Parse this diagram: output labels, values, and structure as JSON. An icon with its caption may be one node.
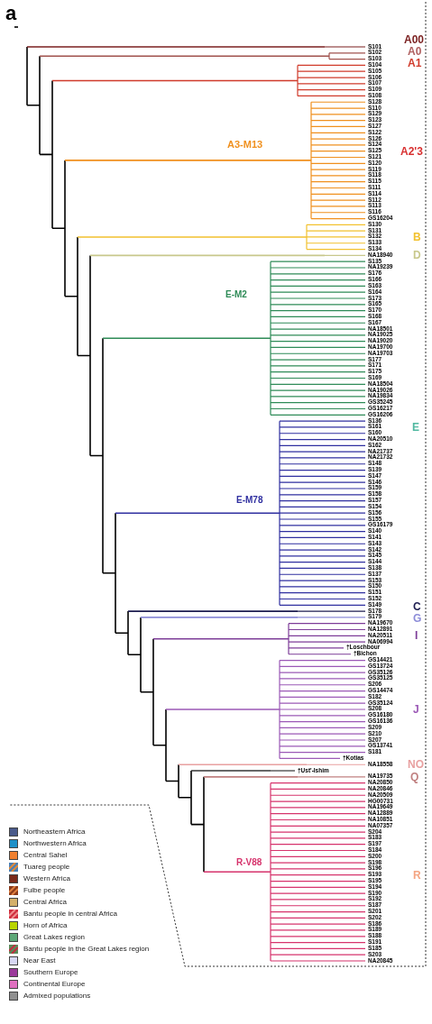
{
  "diagram": {
    "labels": [
      "a",
      "A00",
      "A0",
      "A1",
      "A2'3",
      "A3-M13",
      "B",
      "D",
      "E-M2",
      "E",
      "E-M78",
      "C",
      "G",
      "I",
      "J",
      "NO",
      "Q",
      "R-V88",
      "R",
      "S101",
      "S102",
      "S103",
      "S104",
      "S105",
      "S106",
      "S107",
      "S109",
      "S108",
      "S128",
      "S110",
      "S129",
      "S123",
      "S127",
      "S122",
      "S126",
      "S124",
      "S125",
      "S121",
      "S120",
      "S119",
      "S118",
      "S115",
      "S111",
      "S114",
      "S112",
      "S113",
      "S116",
      "GS16204",
      "S130",
      "S131",
      "S132",
      "S133",
      "S134",
      "NA18940",
      "S135",
      "NA19239",
      "S176",
      "S166",
      "S163",
      "S164",
      "S173",
      "S165",
      "S170",
      "S168",
      "S167",
      "NA18501",
      "NA19025",
      "NA19020",
      "NA19700",
      "NA19703",
      "S177",
      "S171",
      "S175",
      "S169",
      "NA18504",
      "NA19026",
      "NA19834",
      "GS35245",
      "GS16217",
      "GS16206",
      "S136",
      "S161",
      "S160",
      "NA20510",
      "S162",
      "NA21737",
      "NA21732",
      "S148",
      "S139",
      "S147",
      "S146",
      "S159",
      "S158",
      "S157",
      "S154",
      "S156",
      "S155",
      "GS16179",
      "S140",
      "S141",
      "S143",
      "S142",
      "S145",
      "S144",
      "S138",
      "S137",
      "S153",
      "S150",
      "S151",
      "S152",
      "S149",
      "S178",
      "S179",
      "NA19670",
      "NA12891",
      "NA20511",
      "NA06994",
      "†Loschbour",
      "†Bichon",
      "GS14421",
      "GS13724",
      "GS35126",
      "GS35125",
      "S206",
      "GS14474",
      "S182",
      "GS35124",
      "S208",
      "GS16180",
      "GS16136",
      "S209",
      "S210",
      "S207",
      "GS13741",
      "S181",
      "†Kotias",
      "NA18558",
      "†Ust'-Ishim",
      "NA19735",
      "NA20850",
      "NA20846",
      "NA20509",
      "HG00731",
      "NA19649",
      "NA12889",
      "NA10851",
      "NA07357",
      "S204",
      "S183",
      "S197",
      "S184",
      "S200",
      "S198",
      "S196",
      "S193",
      "S195",
      "S194",
      "S190",
      "S192",
      "S187",
      "S201",
      "S202",
      "S186",
      "S189",
      "S188",
      "S191",
      "S185",
      "S203",
      "NA20845"
    ],
    "legend": [
      {
        "text": "Northeastern Africa",
        "color": "#4a5a8a"
      },
      {
        "text": "Northwestern Africa",
        "color": "#1e90c8"
      },
      {
        "text": "Central Sahel",
        "color": "#f08030"
      },
      {
        "text": "Tuareg people"
      },
      {
        "text": "Western Africa",
        "color": "#7a2a1a"
      },
      {
        "text": "Fulbe people"
      },
      {
        "text": "Central Africa",
        "color": "#d4b06a"
      },
      {
        "text": "Bantu people in central Africa"
      },
      {
        "text": "Horn of Africa",
        "color": "#b8d400"
      },
      {
        "text": "Great Lakes region",
        "color": "#5ea878"
      },
      {
        "text": "Bantu people in the Great Lakes region"
      },
      {
        "text": "Near East",
        "color": "#d8d8f4"
      },
      {
        "text": "Southern Europe",
        "color": "#9b3a9b"
      },
      {
        "text": "Continental Europe",
        "color": "#e070c0"
      },
      {
        "text": "Admixed populations",
        "color": "#909090"
      }
    ]
  }
}
